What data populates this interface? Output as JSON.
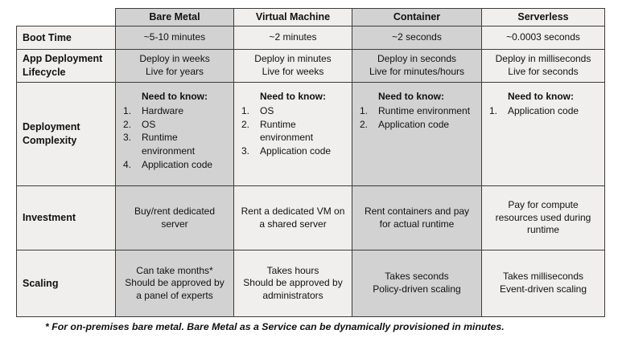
{
  "table": {
    "corner_label": "",
    "columns": [
      "Bare Metal",
      "Virtual Machine",
      "Container",
      "Serverless"
    ],
    "shaded_columns": [
      0,
      2
    ],
    "rows": [
      {
        "label": "Boot Time",
        "cells": [
          {
            "lines": [
              "~5-10 minutes"
            ]
          },
          {
            "lines": [
              "~2 minutes"
            ]
          },
          {
            "lines": [
              "~2 seconds"
            ]
          },
          {
            "lines": [
              "~0.0003 seconds"
            ]
          }
        ]
      },
      {
        "label": "App Deployment Lifecycle",
        "cells": [
          {
            "lines": [
              "Deploy in weeks",
              "Live for years"
            ]
          },
          {
            "lines": [
              "Deploy in minutes",
              "Live for weeks"
            ]
          },
          {
            "lines": [
              "Deploy in seconds",
              "Live for minutes/hours"
            ]
          },
          {
            "lines": [
              "Deploy in milliseconds",
              "Live for seconds"
            ]
          }
        ]
      },
      {
        "label": "Deployment Complexity",
        "cells": [
          {
            "heading": "Need to know:",
            "items": [
              "Hardware",
              "OS",
              "Runtime environment",
              "Application code"
            ]
          },
          {
            "heading": "Need to know:",
            "items": [
              "OS",
              "Runtime environment",
              "Application code"
            ]
          },
          {
            "heading": "Need to know:",
            "items": [
              "Runtime environment",
              "Application code"
            ]
          },
          {
            "heading": "Need to know:",
            "items": [
              "Application code"
            ]
          }
        ]
      },
      {
        "label": "Investment",
        "cells": [
          {
            "lines": [
              "Buy/rent dedicated server"
            ]
          },
          {
            "lines": [
              "Rent a dedicated VM on a shared server"
            ]
          },
          {
            "lines": [
              "Rent containers and pay for actual runtime"
            ]
          },
          {
            "lines": [
              "Pay for compute resources used during runtime"
            ]
          }
        ]
      },
      {
        "label": "Scaling",
        "cells": [
          {
            "lines": [
              "Can take months*",
              "Should be approved by a panel of experts"
            ]
          },
          {
            "lines": [
              "Takes hours",
              "Should be approved by administrators"
            ]
          },
          {
            "lines": [
              "Takes seconds",
              "Policy-driven scaling"
            ]
          },
          {
            "lines": [
              "Takes milliseconds",
              "Event-driven scaling"
            ]
          }
        ]
      }
    ]
  },
  "footnote": "* For on-premises bare metal. Bare Metal as a Service can be dynamically provisioned in minutes.",
  "colors": {
    "shaded_column": "#d2d2d2",
    "light_column": "#f0efed",
    "border": "#3c3c3c",
    "text": "#111111",
    "background": "#ffffff"
  }
}
